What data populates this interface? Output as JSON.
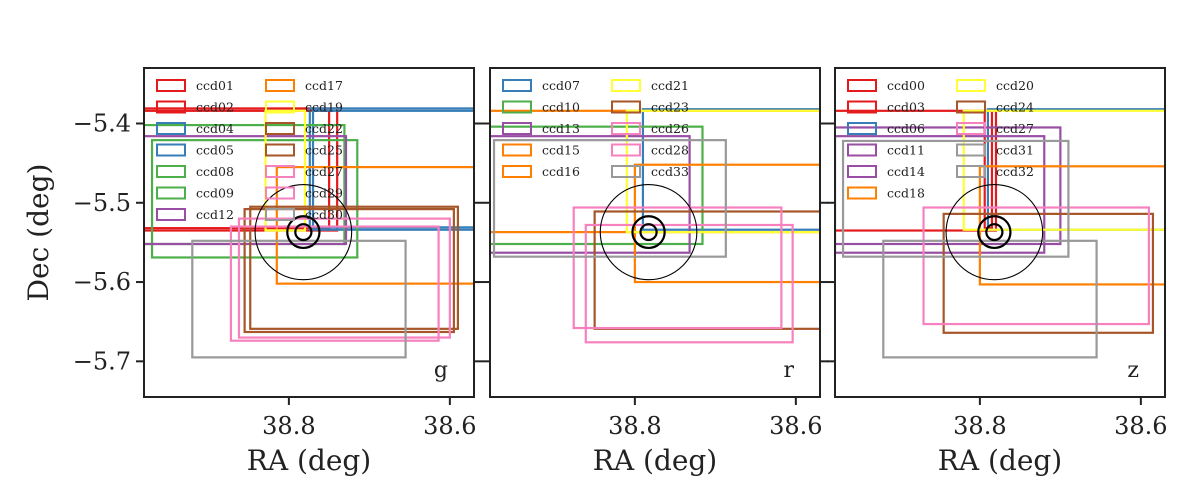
{
  "chart_data": [
    {
      "type": "outline",
      "band": "g",
      "xlabel": "RA (deg)",
      "ylabel": "Dec (deg)",
      "xlim": [
        38.98,
        38.57
      ],
      "ylim": [
        -5.745,
        -5.33
      ],
      "xticks": [
        38.8,
        38.6
      ],
      "xtick_labels": [
        "38.8",
        "38.6"
      ],
      "yticks": [
        -5.4,
        -5.5,
        -5.6,
        -5.7
      ],
      "ytick_labels": [
        "−5.4",
        "−5.5",
        "−5.6",
        "−5.7"
      ],
      "legend": {
        "placement": "upper-left",
        "columns": 2
      },
      "series": [
        {
          "name": "ccd01",
          "color": "#e41a1c",
          "ra_min": 38.74,
          "ra_max": 39.2,
          "dec_min": -5.535,
          "dec_max": -5.381
        },
        {
          "name": "ccd02",
          "color": "#e41a1c",
          "ra_min": 38.75,
          "ra_max": 39.2,
          "dec_min": -5.532,
          "dec_max": -5.384
        },
        {
          "name": "ccd04",
          "color": "#377eb8",
          "ra_min": 38.475,
          "ra_max": 38.774,
          "dec_min": -5.534,
          "dec_max": -5.381
        },
        {
          "name": "ccd05",
          "color": "#377eb8",
          "ra_min": 38.475,
          "ra_max": 38.77,
          "dec_min": -5.531,
          "dec_max": -5.384
        },
        {
          "name": "ccd08",
          "color": "#4daf4a",
          "ra_min": 38.715,
          "ra_max": 38.97,
          "dec_min": -5.569,
          "dec_max": -5.421
        },
        {
          "name": "ccd09",
          "color": "#4daf4a",
          "ra_min": 38.731,
          "ra_max": 39.05,
          "dec_min": -5.552,
          "dec_max": -5.402
        },
        {
          "name": "ccd12",
          "color": "#984ea3",
          "ra_min": 38.729,
          "ra_max": 39.0,
          "dec_min": -5.552,
          "dec_max": -5.416
        },
        {
          "name": "ccd17",
          "color": "#ff7f00",
          "ra_min": 38.51,
          "ra_max": 38.815,
          "dec_min": -5.602,
          "dec_max": -5.455
        },
        {
          "name": "ccd19",
          "color": "#ffff33",
          "ra_min": 38.78,
          "ra_max": 38.829,
          "dec_min": -5.535,
          "dec_max": -5.384
        },
        {
          "name": "ccd22",
          "color": "#a65628",
          "ra_min": 38.595,
          "ra_max": 38.855,
          "dec_min": -5.663,
          "dec_max": -5.508
        },
        {
          "name": "ccd25",
          "color": "#a65628",
          "ra_min": 38.59,
          "ra_max": 38.848,
          "dec_min": -5.659,
          "dec_max": -5.505
        },
        {
          "name": "ccd27",
          "color": "#f781bf",
          "ra_min": 38.614,
          "ra_max": 38.872,
          "dec_min": -5.674,
          "dec_max": -5.53
        },
        {
          "name": "ccd29",
          "color": "#f781bf",
          "ra_min": 38.6,
          "ra_max": 38.862,
          "dec_min": -5.67,
          "dec_max": -5.52
        },
        {
          "name": "ccd30",
          "color": "#999999",
          "ra_min": 38.655,
          "ra_max": 38.92,
          "dec_min": -5.695,
          "dec_max": -5.548
        }
      ],
      "circles": [
        {
          "ra": 38.782,
          "dec": -5.537,
          "radius": 0.06
        },
        {
          "ra": 38.782,
          "dec": -5.537,
          "radius": 0.02
        },
        {
          "ra": 38.782,
          "dec": -5.537,
          "radius": 0.01
        }
      ]
    },
    {
      "type": "outline",
      "band": "r",
      "xlabel": "RA (deg)",
      "ylabel": "",
      "xlim": [
        38.98,
        38.57
      ],
      "ylim": [
        -5.745,
        -5.33
      ],
      "xticks": [
        38.8,
        38.6
      ],
      "xtick_labels": [
        "38.8",
        "38.6"
      ],
      "yticks": [
        -5.4,
        -5.5,
        -5.6,
        -5.7
      ],
      "ytick_labels": [],
      "legend": {
        "placement": "upper-left",
        "columns": 2
      },
      "series": [
        {
          "name": "ccd07",
          "color": "#377eb8",
          "ra_min": 38.475,
          "ra_max": 38.79,
          "dec_min": -5.534,
          "dec_max": -5.382
        },
        {
          "name": "ccd10",
          "color": "#4daf4a",
          "ra_min": 38.716,
          "ra_max": 39.05,
          "dec_min": -5.552,
          "dec_max": -5.404
        },
        {
          "name": "ccd13",
          "color": "#984ea3",
          "ra_min": 38.732,
          "ra_max": 39.0,
          "dec_min": -5.563,
          "dec_max": -5.416
        },
        {
          "name": "ccd15",
          "color": "#ff7f00",
          "ra_min": 38.5,
          "ra_max": 38.8,
          "dec_min": -5.6,
          "dec_max": -5.452
        },
        {
          "name": "ccd16",
          "color": "#ff7f00",
          "ra_min": 38.5,
          "ra_max": 39.0,
          "dec_min": -5.537,
          "dec_max": -5.384
        },
        {
          "name": "ccd21",
          "color": "#ffff33",
          "ra_min": 38.5,
          "ra_max": 38.81,
          "dec_min": -5.537,
          "dec_max": -5.384
        },
        {
          "name": "ccd23",
          "color": "#a65628",
          "ra_min": 38.5,
          "ra_max": 38.85,
          "dec_min": -5.659,
          "dec_max": -5.511
        },
        {
          "name": "ccd26",
          "color": "#f781bf",
          "ra_min": 38.618,
          "ra_max": 38.876,
          "dec_min": -5.658,
          "dec_max": -5.506
        },
        {
          "name": "ccd28",
          "color": "#f781bf",
          "ra_min": 38.604,
          "ra_max": 38.861,
          "dec_min": -5.676,
          "dec_max": -5.528
        },
        {
          "name": "ccd33",
          "color": "#999999",
          "ra_min": 38.687,
          "ra_max": 38.975,
          "dec_min": -5.568,
          "dec_max": -5.421
        }
      ],
      "circles": [
        {
          "ra": 38.783,
          "dec": -5.537,
          "radius": 0.06
        },
        {
          "ra": 38.783,
          "dec": -5.537,
          "radius": 0.02
        },
        {
          "ra": 38.783,
          "dec": -5.537,
          "radius": 0.01
        }
      ]
    },
    {
      "type": "outline",
      "band": "z",
      "xlabel": "RA (deg)",
      "ylabel": "",
      "xlim": [
        38.98,
        38.57
      ],
      "ylim": [
        -5.745,
        -5.33
      ],
      "xticks": [
        38.8,
        38.6
      ],
      "xtick_labels": [
        "38.8",
        "38.6"
      ],
      "yticks": [
        -5.4,
        -5.5,
        -5.6,
        -5.7
      ],
      "ytick_labels": [],
      "legend": {
        "placement": "upper-left",
        "columns": 2
      },
      "series": [
        {
          "name": "ccd00",
          "color": "#e41a1c",
          "ra_min": 38.78,
          "ra_max": 39.2,
          "dec_min": -5.535,
          "dec_max": -5.384
        },
        {
          "name": "ccd03",
          "color": "#e41a1c",
          "ra_min": 38.785,
          "ra_max": 38.794,
          "dec_min": -5.532,
          "dec_max": -5.384
        },
        {
          "name": "ccd06",
          "color": "#377eb8",
          "ra_min": 38.475,
          "ra_max": 38.79,
          "dec_min": -5.534,
          "dec_max": -5.382
        },
        {
          "name": "ccd11",
          "color": "#984ea3",
          "ra_min": 38.7,
          "ra_max": 39.0,
          "dec_min": -5.552,
          "dec_max": -5.405
        },
        {
          "name": "ccd14",
          "color": "#984ea3",
          "ra_min": 38.72,
          "ra_max": 38.98,
          "dec_min": -5.563,
          "dec_max": -5.416
        },
        {
          "name": "ccd18",
          "color": "#ff7f00",
          "ra_min": 38.5,
          "ra_max": 38.8,
          "dec_min": -5.603,
          "dec_max": -5.454
        },
        {
          "name": "ccd20",
          "color": "#ffff33",
          "ra_min": 38.5,
          "ra_max": 38.82,
          "dec_min": -5.534,
          "dec_max": -5.384
        },
        {
          "name": "ccd24",
          "color": "#a65628",
          "ra_min": 38.585,
          "ra_max": 38.845,
          "dec_min": -5.664,
          "dec_max": -5.514
        },
        {
          "name": "ccd27",
          "color": "#f781bf",
          "ra_min": 38.59,
          "ra_max": 38.87,
          "dec_min": -5.653,
          "dec_max": -5.506
        },
        {
          "name": "ccd31",
          "color": "#999999",
          "ra_min": 38.69,
          "ra_max": 38.97,
          "dec_min": -5.568,
          "dec_max": -5.422
        },
        {
          "name": "ccd32",
          "color": "#999999",
          "ra_min": 38.655,
          "ra_max": 38.92,
          "dec_min": -5.695,
          "dec_max": -5.548
        }
      ],
      "circles": [
        {
          "ra": 38.782,
          "dec": -5.537,
          "radius": 0.06
        },
        {
          "ra": 38.782,
          "dec": -5.537,
          "radius": 0.02
        },
        {
          "ra": 38.782,
          "dec": -5.537,
          "radius": 0.01
        }
      ]
    }
  ]
}
